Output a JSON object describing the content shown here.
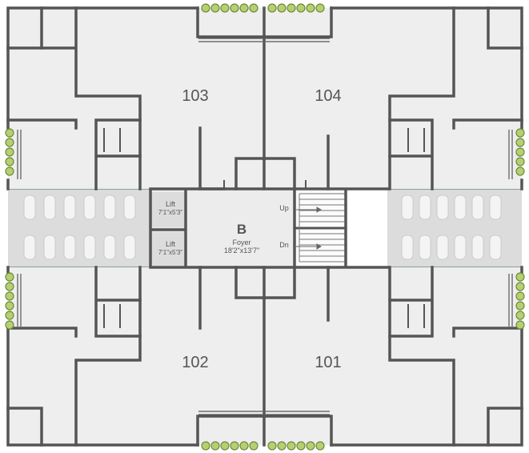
{
  "units": [
    {
      "id": "103",
      "label": "103"
    },
    {
      "id": "104",
      "label": "104"
    },
    {
      "id": "102",
      "label": "102"
    },
    {
      "id": "101",
      "label": "101"
    }
  ],
  "core": {
    "block": "B",
    "foyer_name": "Foyer",
    "foyer_size": "18'2\"x13'7\"",
    "lifts": [
      {
        "name": "Lift",
        "size": "7'1\"x5'3\""
      },
      {
        "name": "Lift",
        "size": "7'1\"x5'3\""
      }
    ],
    "stair_up": "Up",
    "stair_down": "Dn"
  },
  "colors": {
    "wall": "#555555",
    "floor": "#eeeeee",
    "parking": "#dcdcdc",
    "plant": "#b7cf73",
    "plant_edge": "#6f8a38",
    "accent": "#6c8f7a"
  }
}
